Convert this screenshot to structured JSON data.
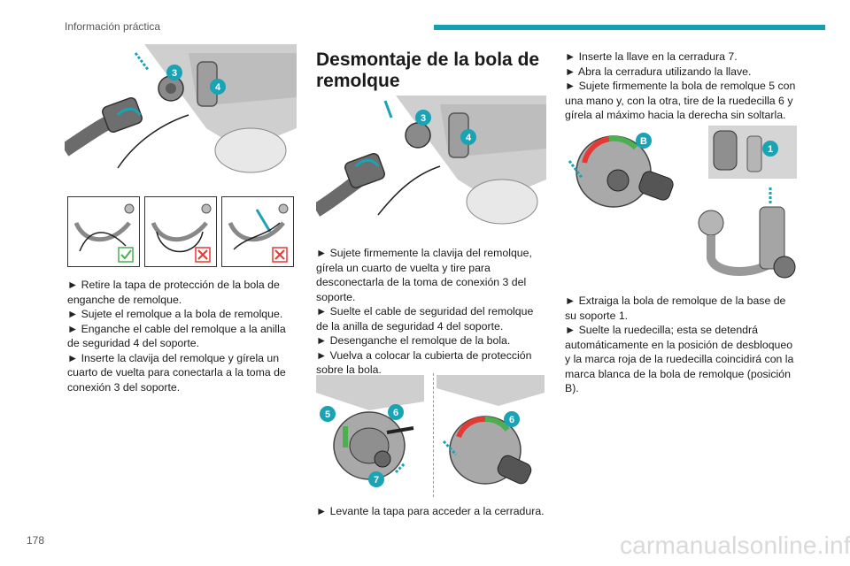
{
  "header": {
    "section_title": "Información práctica"
  },
  "page_number": "178",
  "watermark": "carmanualsonline.info",
  "heading": "Desmontaje de la bola de remolque",
  "col1": {
    "steps": [
      "Retire la tapa de protección de la bola de enganche de remolque.",
      "Sujete el remolque a la bola de remolque.",
      "Enganche el cable del remolque a la anilla de seguridad 4 del soporte.",
      "Inserte la clavija del remolque y gírela un cuarto de vuelta para conectarla a la toma de conexión 3 del soporte."
    ]
  },
  "col2": {
    "steps": [
      "Sujete firmemente la clavija del remolque, gírela un cuarto de vuelta y tire para desconectarla de la toma de conexión 3 del soporte.",
      "Suelte el cable de seguridad del remolque de la anilla de seguridad 4 del soporte.",
      "Desenganche el remolque de la bola.",
      "Vuelva a colocar la cubierta de protección sobre la bola.",
      "Levante la tapa para acceder a la cerradura."
    ]
  },
  "col3": {
    "steps": [
      "Inserte la llave en la cerradura 7.",
      "Abra la cerradura utilizando la llave.",
      "Sujete firmemente la bola de remolque 5 con una mano y, con la otra, tire de la ruedecilla 6 y gírela al máximo hacia la derecha sin soltarla.",
      "Extraiga la bola de remolque de la base de su soporte 1.",
      "Suelte la ruedecilla; esta se detendrá automáticamente en la posición de desbloqueo y la marca roja de la ruedecilla coincidirá con la marca blanca de la bola de remolque (posición B)."
    ]
  },
  "callouts": {
    "three": "3",
    "four": "4",
    "five": "5",
    "six": "6",
    "seven": "7",
    "one": "1",
    "b": "B"
  },
  "colors": {
    "accent": "#14a0b0",
    "callout": "#1aa3b5",
    "ok": "#4caf50",
    "bad": "#e53935"
  },
  "icons": [
    "step-arrow-icon",
    "check-icon",
    "cross-icon"
  ]
}
